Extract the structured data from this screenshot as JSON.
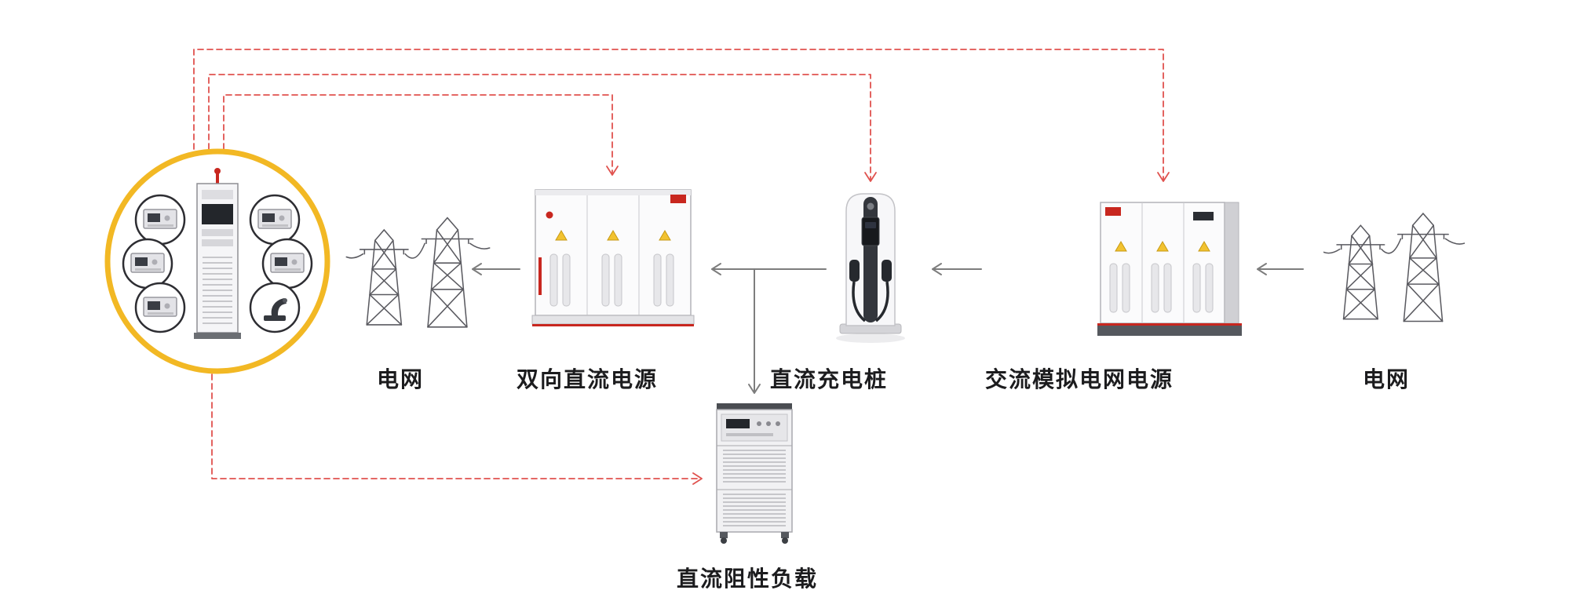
{
  "diagram": {
    "colors": {
      "measurement_circle": "#f2b824",
      "dashed_measurement_link": "#e0524e",
      "power_flow_arrow": "#7d7d7d",
      "label_text": "#1c1c1e",
      "equipment_accent_red": "#c8271f",
      "warning_sticker_yellow": "#f2c230"
    },
    "nodes": {
      "measurement_system": {
        "label": "",
        "icon": "measurement-instruments-circle"
      },
      "grid_left": {
        "label": "电网",
        "icon": "transmission-tower"
      },
      "bidirectional_dc_power": {
        "label": "双向直流电源",
        "icon": "power-cabinet"
      },
      "dc_charging_pile": {
        "label": "直流充电桩",
        "icon": "ev-charger"
      },
      "ac_grid_simulator": {
        "label": "交流模拟电网电源",
        "icon": "power-cabinet"
      },
      "grid_right": {
        "label": "电网",
        "icon": "transmission-tower"
      },
      "dc_resistive_load": {
        "label": "直流阻性负载",
        "icon": "load-rack"
      }
    },
    "connections": {
      "solid_power_flow": [
        "grid_right -> ac_grid_simulator",
        "ac_grid_simulator -> dc_charging_pile",
        "dc_charging_pile -> bidirectional_dc_power",
        "dc_charging_pile -> dc_resistive_load",
        "bidirectional_dc_power -> grid_left"
      ],
      "dashed_measurement_links": [
        "measurement_system -> bidirectional_dc_power",
        "measurement_system -> dc_charging_pile",
        "measurement_system -> ac_grid_simulator",
        "measurement_system -> dc_resistive_load"
      ]
    }
  }
}
